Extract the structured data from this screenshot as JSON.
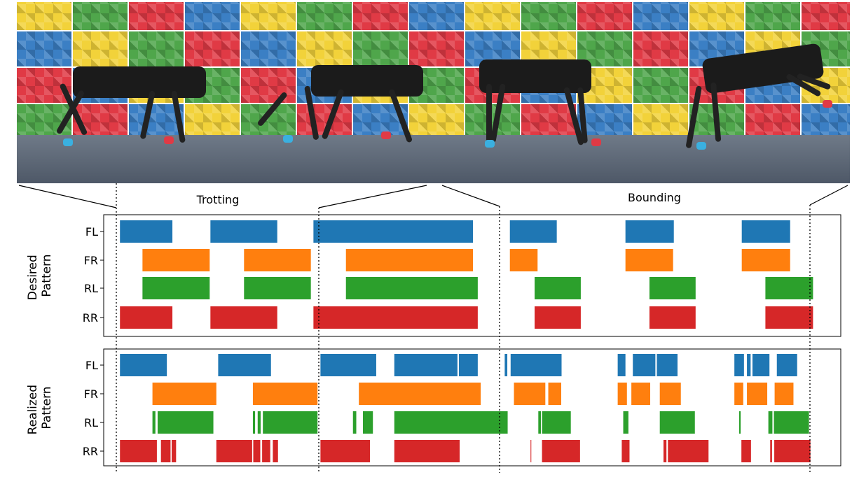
{
  "photo": {
    "wall_colors": [
      "#f2d23a",
      "#4fa64b",
      "#e03a45",
      "#3b7fc4"
    ],
    "foot_colors": [
      "#3ab0e0",
      "#2e8b4a",
      "#e03a45",
      "#3ab0e0"
    ]
  },
  "chart_data": [
    {
      "type": "gantt",
      "ylabel": "Desired\nPattern",
      "categories": [
        "FL",
        "FR",
        "RL",
        "RR"
      ],
      "xlim": [
        0,
        100
      ],
      "annotations": [
        "Trotting",
        "Bounding"
      ],
      "series": [
        {
          "name": "FL",
          "color": "#1f77b4",
          "intervals": [
            [
              0.8,
              15.0
            ],
            [
              25.3,
              43.4
            ],
            [
              53.2,
              96.4
            ],
            [
              106.4,
              119.1
            ],
            [
              137.7,
              150.8
            ],
            [
              169.2,
              182.3
            ]
          ]
        },
        {
          "name": "FR",
          "color": "#ff7f0e",
          "intervals": [
            [
              6.9,
              25.1
            ],
            [
              34.4,
              52.5
            ],
            [
              62.0,
              96.4
            ],
            [
              106.4,
              113.9
            ],
            [
              137.7,
              150.6
            ],
            [
              169.2,
              182.3
            ]
          ]
        },
        {
          "name": "RL",
          "color": "#2ca02c",
          "intervals": [
            [
              6.9,
              25.1
            ],
            [
              34.4,
              52.5
            ],
            [
              62.0,
              97.7
            ],
            [
              113.1,
              125.6
            ],
            [
              144.2,
              156.7
            ],
            [
              175.6,
              188.5
            ]
          ]
        },
        {
          "name": "RR",
          "color": "#d62728",
          "intervals": [
            [
              0.8,
              15.0
            ],
            [
              25.3,
              43.4
            ],
            [
              53.2,
              97.7
            ],
            [
              113.1,
              125.6
            ],
            [
              144.2,
              156.7
            ],
            [
              175.6,
              188.5
            ]
          ]
        }
      ]
    },
    {
      "type": "gantt",
      "ylabel": "Realized\nPattern",
      "categories": [
        "FL",
        "FR",
        "RL",
        "RR"
      ],
      "xlim": [
        0,
        100
      ],
      "series": [
        {
          "name": "FL",
          "color": "#1f77b4",
          "intervals": [
            [
              0.8,
              13.5
            ],
            [
              27.4,
              41.7
            ],
            [
              55.1,
              70.2
            ],
            [
              75.1,
              92.2
            ],
            [
              92.6,
              97.7
            ],
            [
              105.0,
              105.7
            ],
            [
              106.6,
              120.4
            ],
            [
              135.6,
              137.7
            ],
            [
              139.7,
              145.8
            ],
            [
              146.2,
              151.8
            ],
            [
              167.2,
              169.8
            ],
            [
              170.6,
              171.6
            ],
            [
              172.1,
              176.7
            ],
            [
              178.7,
              184.2
            ]
          ]
        },
        {
          "name": "FR",
          "color": "#ff7f0e",
          "intervals": [
            [
              9.6,
              26.9
            ],
            [
              36.8,
              54.3
            ],
            [
              65.5,
              98.5
            ],
            [
              107.5,
              116.0
            ],
            [
              116.8,
              120.3
            ],
            [
              135.6,
              138.1
            ],
            [
              139.3,
              144.4
            ],
            [
              147.0,
              152.7
            ],
            [
              167.2,
              169.6
            ],
            [
              170.6,
              176.1
            ],
            [
              178.1,
              183.2
            ]
          ]
        },
        {
          "name": "RL",
          "color": "#2ca02c",
          "intervals": [
            [
              9.6,
              10.4
            ],
            [
              11.0,
              26.1
            ],
            [
              36.8,
              37.4
            ],
            [
              38.1,
              38.9
            ],
            [
              39.5,
              54.3
            ],
            [
              63.9,
              64.8
            ],
            [
              66.6,
              69.3
            ],
            [
              75.1,
              105.8
            ],
            [
              114.1,
              114.8
            ],
            [
              115.1,
              122.9
            ],
            [
              137.1,
              138.5
            ],
            [
              147.0,
              156.5
            ],
            [
              168.5,
              168.9
            ],
            [
              176.4,
              177.5
            ],
            [
              177.9,
              187.4
            ]
          ]
        },
        {
          "name": "RR",
          "color": "#d62728",
          "intervals": [
            [
              0.8,
              10.8
            ],
            [
              11.9,
              14.5
            ],
            [
              14.8,
              16.0
            ],
            [
              26.9,
              36.6
            ],
            [
              36.9,
              38.8
            ],
            [
              39.3,
              41.5
            ],
            [
              42.2,
              43.6
            ],
            [
              55.1,
              68.5
            ],
            [
              75.1,
              92.8
            ],
            [
              112.0,
              112.2
            ],
            [
              115.1,
              125.4
            ],
            [
              136.7,
              138.8
            ],
            [
              148.0,
              148.8
            ],
            [
              149.2,
              160.2
            ],
            [
              169.1,
              171.7
            ],
            [
              176.9,
              177.4
            ],
            [
              178.0,
              187.8
            ]
          ]
        }
      ]
    }
  ]
}
